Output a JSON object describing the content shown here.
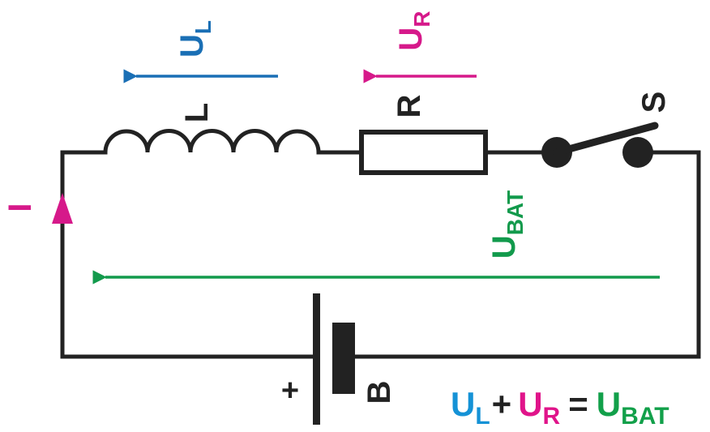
{
  "colors": {
    "wire": "#222222",
    "inductor_voltage": "#1a6fb5",
    "resistor_voltage": "#d6198a",
    "current": "#d6198a",
    "battery_voltage": "#129a4c",
    "equation_inductor": "#1592d6",
    "equation_resistor": "#e0148a",
    "equation_battery": "#12a04a"
  },
  "labels": {
    "inductor": "L",
    "resistor": "R",
    "switch": "S",
    "battery": "B",
    "battery_plus": "+",
    "current": "I",
    "voltage_symbol": "U",
    "inductor_voltage_sub": "L",
    "resistor_voltage_sub": "R",
    "battery_voltage_sub": "BAT"
  },
  "equation": {
    "u1": "U",
    "sub1": "L",
    "plus": "+",
    "u2": "U",
    "sub2": "R",
    "equals": "=",
    "u3": "U",
    "sub3": "BAT"
  },
  "icons": {
    "inductor": "coil-icon",
    "resistor": "resistor-icon",
    "switch": "open-switch-icon",
    "battery": "battery-icon"
  }
}
